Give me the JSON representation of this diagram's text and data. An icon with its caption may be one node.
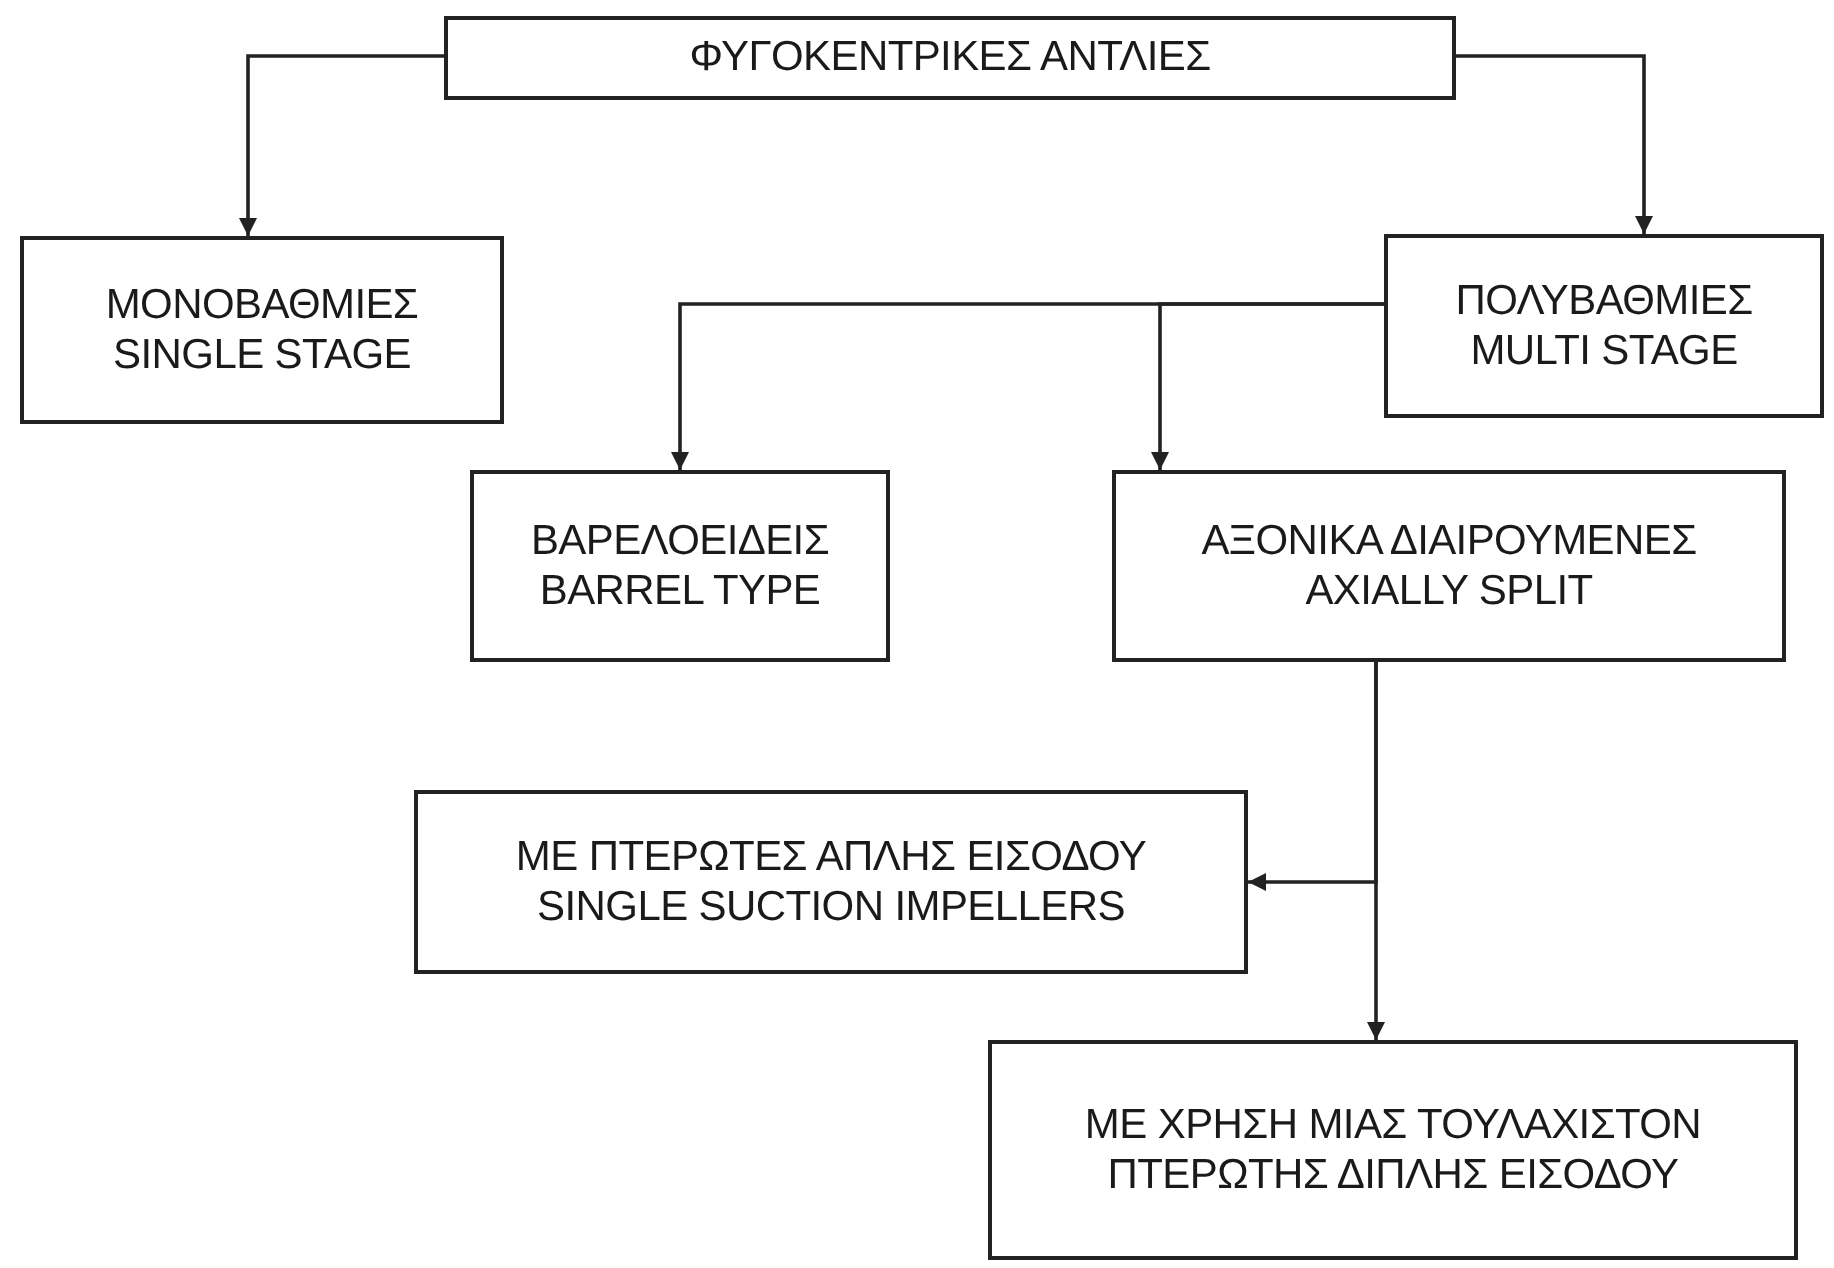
{
  "diagram": {
    "nodes": [
      {
        "text": [
          "ΦΥΓΟΚΕΝΤΡΙΚΕΣ ΑΝΤΛΙΕΣ"
        ]
      },
      {
        "text": [
          "ΜΟΝΟΒΑΘΜΙΕΣ",
          "SINGLE STAGE"
        ]
      },
      {
        "text": [
          "ΠΟΛΥΒΑΘΜΙΕΣ",
          "MULTI STAGE"
        ]
      },
      {
        "text": [
          "ΒΑΡΕΛΟΕΙΔΕΙΣ",
          "BARREL TYPE"
        ]
      },
      {
        "text": [
          "ΑΞΟΝΙΚΑ ΔΙΑΙΡΟΥΜΕΝΕΣ",
          "AXIALLY SPLIT"
        ]
      },
      {
        "text": [
          "ΜΕ ΠΤΕΡΩΤΕΣ ΑΠΛΗΣ ΕΙΣΟΔΟΥ",
          "SINGLE SUCTION IMPELLERS"
        ]
      },
      {
        "text": [
          "ΜΕ ΧΡΗΣΗ ΜΙΑΣ ΤΟΥΛΑΧΙΣΤΟΝ ΠΤΕΡΩΤΗΣ ΔΙΠΛΗΣ ΕΙΣΟΔΟΥ"
        ]
      }
    ],
    "edges": [
      {
        "from": 0,
        "to": 1,
        "arrow": "to"
      },
      {
        "from": 0,
        "to": 2,
        "arrow": "to"
      },
      {
        "from": 2,
        "to": 3,
        "arrow": "to"
      },
      {
        "from": 2,
        "to": 4,
        "arrow": "to"
      },
      {
        "from": 4,
        "to": 5,
        "arrow": "to"
      },
      {
        "from": 4,
        "to": 6,
        "arrow": "to"
      }
    ]
  }
}
